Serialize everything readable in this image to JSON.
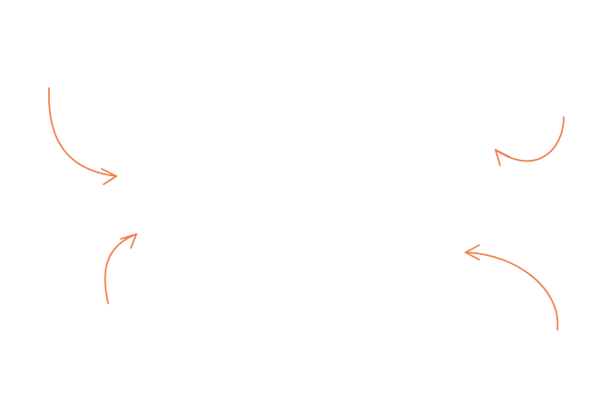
{
  "diagram": {
    "background_color": "#ffffff",
    "arrow_color": "#f08050",
    "arrows": [
      {
        "id": "arrow-top-left",
        "shape": "curved",
        "direction": "down-then-right",
        "icon": "curved-arrow-icon"
      },
      {
        "id": "arrow-bottom-left",
        "shape": "curved",
        "direction": "up-then-right",
        "icon": "curved-arrow-icon"
      },
      {
        "id": "arrow-top-right",
        "shape": "curved",
        "direction": "down-then-left",
        "icon": "curved-arrow-icon"
      },
      {
        "id": "arrow-bottom-right",
        "shape": "curved",
        "direction": "up-then-left",
        "icon": "curved-arrow-icon"
      }
    ]
  }
}
